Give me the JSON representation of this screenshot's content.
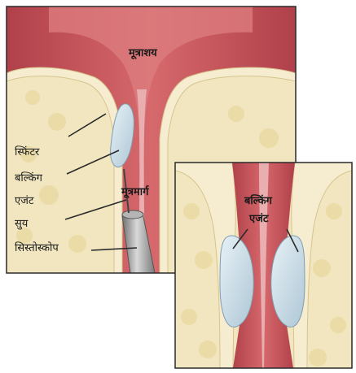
{
  "labels": {
    "bladder": "मूत्राशय",
    "sphincter": "स्फिंटर",
    "bulking_agent_line1": "बल्किंग",
    "bulking_agent_line2": "एजंट",
    "urethra": "मूत्रमार्ग",
    "needle": "सुय",
    "cystoscope": "सिस्तोस्कोप",
    "inset_bulking_line1": "बल्किंग",
    "inset_bulking_line2": "एजंट"
  },
  "colors": {
    "background": "#ffffff",
    "tissue_cream": "#f3e9c6",
    "fat_yellow": "#efe2ae",
    "muscle_red": "#c8545a",
    "muscle_dark": "#a83a44",
    "mucosa_pink": "#e9aeb0",
    "bulking_agent": "#c7dbe6",
    "scope_gray": "#9a9a9a",
    "outline": "#2a2a2a"
  }
}
